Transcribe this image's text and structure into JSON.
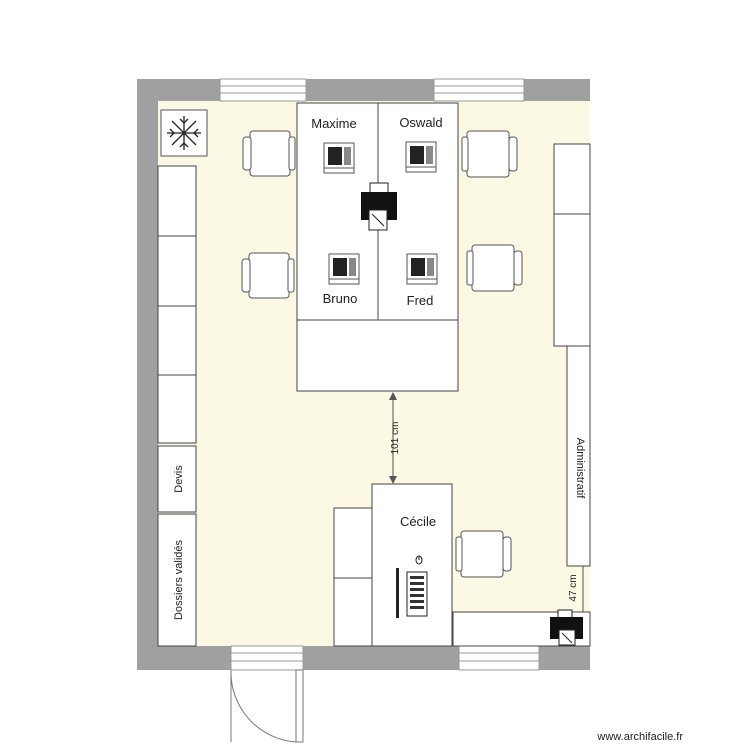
{
  "desks": {
    "maxime": "Maxime",
    "oswald": "Oswald",
    "bruno": "Bruno",
    "fred": "Fred",
    "cecile": "Cécile"
  },
  "cabinets": {
    "devis": "Devis",
    "dossiers": "Dossiers validés",
    "administratif": "Administratif"
  },
  "dimensions": {
    "aisle": "101 cm",
    "side": "47 cm"
  },
  "watermark": "www.archifacile.fr",
  "colors": {
    "wall": "#a0a0a0",
    "floor": "#fbf8e4",
    "furniture": "#ffffff",
    "outline": "#444444"
  }
}
